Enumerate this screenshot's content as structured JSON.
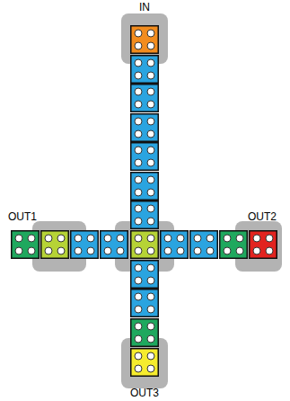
{
  "diagram": {
    "labels": [
      "IN",
      "OUT1",
      "OUT2",
      "OUT3"
    ]
  }
}
